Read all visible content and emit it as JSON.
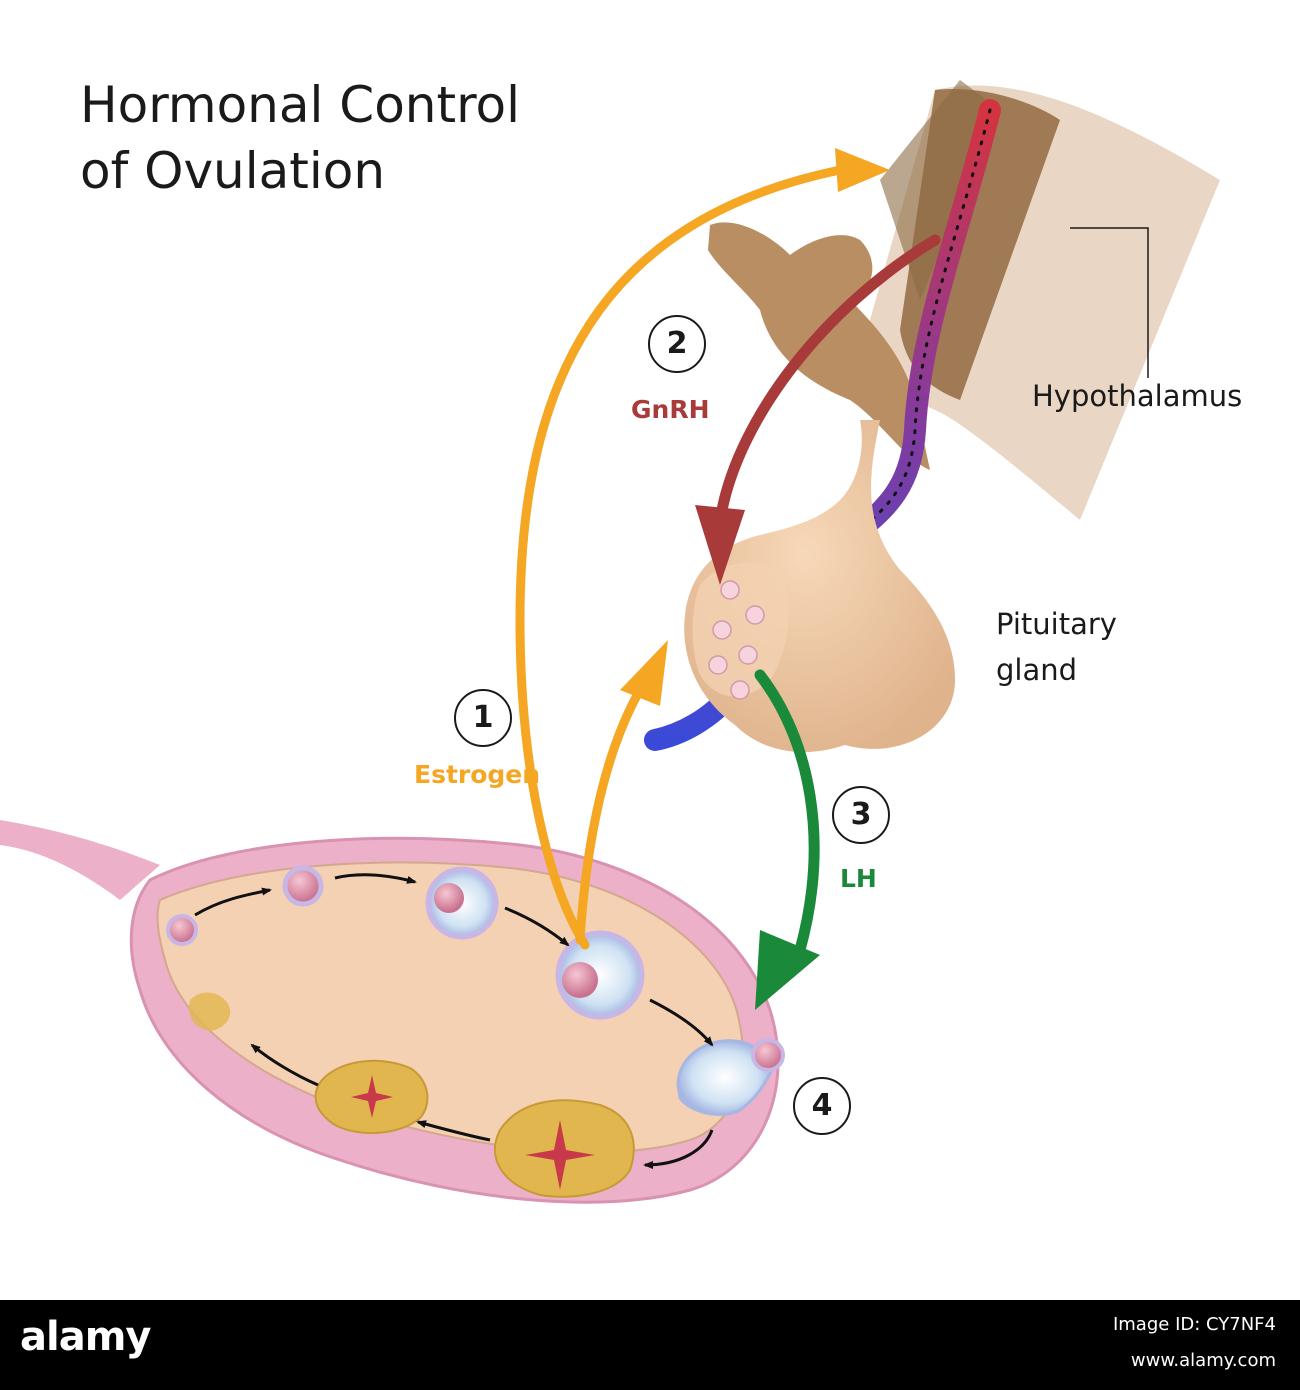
{
  "title": {
    "line1": "Hormonal Control",
    "line2": "of Ovulation"
  },
  "labels": {
    "hypothalamus": "Hypothalamus",
    "pituitary_line1": "Pituitary",
    "pituitary_line2": "gland"
  },
  "steps": [
    {
      "number": "1",
      "hormone": "Estrogen",
      "color": "#f5a623"
    },
    {
      "number": "2",
      "hormone": "GnRH",
      "color": "#a83a3a"
    },
    {
      "number": "3",
      "hormone": "LH",
      "color": "#1a8a3a"
    },
    {
      "number": "4",
      "hormone": "",
      "color": ""
    }
  ],
  "colors": {
    "background": "#ffffff",
    "brain_tissue": "#c9a27e",
    "pituitary": "#efc8a2",
    "ovary_outer": "#ecb0c8",
    "ovary_inner": "#f4d1b2",
    "follicle": "#c8b7e6",
    "corpus_luteum": "#e2b64f"
  },
  "watermark": {
    "logo": "alamy",
    "image_id": "Image ID: CY7NF4",
    "url": "www.alamy.com"
  }
}
